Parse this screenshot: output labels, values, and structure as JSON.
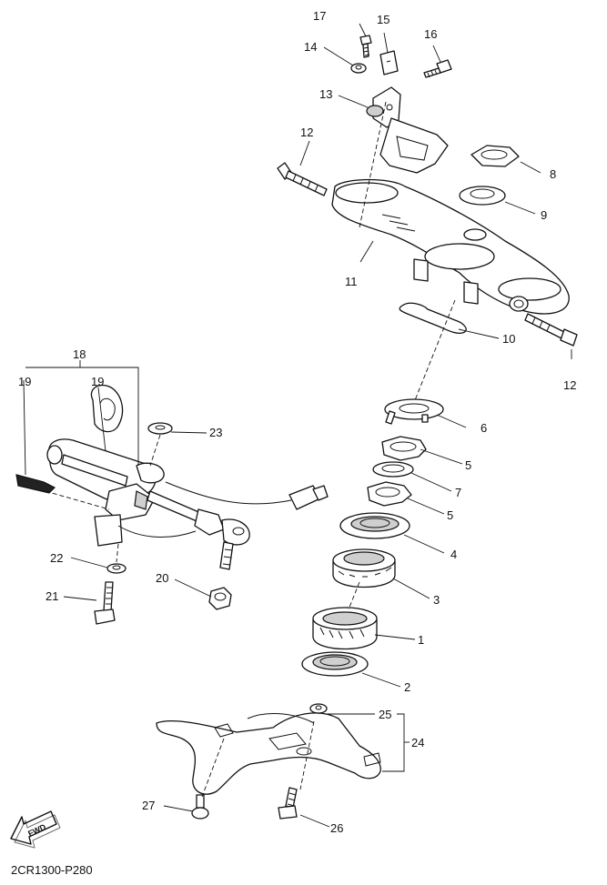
{
  "diagram_code": "2CR1300-P280",
  "fwd_label": "FWD",
  "callouts": {
    "c1": "1",
    "c2": "2",
    "c3": "3",
    "c4": "4",
    "c5a": "5",
    "c5b": "5",
    "c6": "6",
    "c7": "7",
    "c8": "8",
    "c9": "9",
    "c10": "10",
    "c11": "11",
    "c12a": "12",
    "c12b": "12",
    "c13": "13",
    "c14": "14",
    "c15": "15",
    "c16": "16",
    "c17": "17",
    "c18": "18",
    "c19a": "19",
    "c19b": "19",
    "c20": "20",
    "c21": "21",
    "c22": "22",
    "c23": "23",
    "c24": "24",
    "c25": "25",
    "c26": "26",
    "c27": "27"
  }
}
